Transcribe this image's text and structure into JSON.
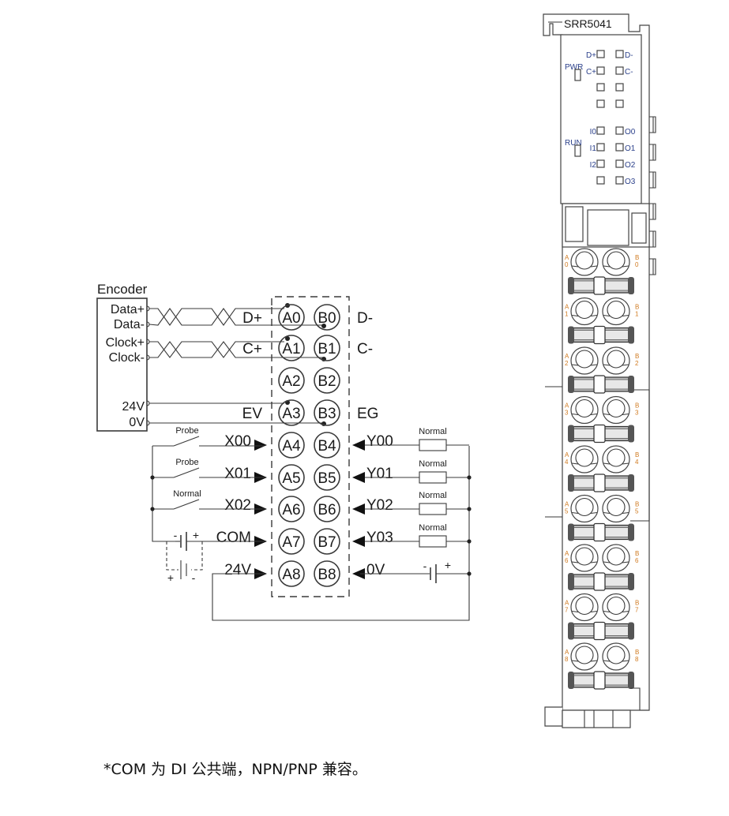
{
  "encoder": {
    "title": "Encoder",
    "terminals": [
      "Data+",
      "Data-",
      "Clock+",
      "Clock-",
      "24V",
      "0V"
    ]
  },
  "terminal_block": {
    "rows": [
      {
        "a": "A0",
        "b": "B0",
        "left_label": "D+",
        "right_label": "D-"
      },
      {
        "a": "A1",
        "b": "B1",
        "left_label": "C+",
        "right_label": "C-"
      },
      {
        "a": "A2",
        "b": "B2",
        "left_label": "",
        "right_label": ""
      },
      {
        "a": "A3",
        "b": "B3",
        "left_label": "EV",
        "right_label": "EG"
      },
      {
        "a": "A4",
        "b": "B4",
        "left_label": "X00",
        "right_label": "Y00"
      },
      {
        "a": "A5",
        "b": "B5",
        "left_label": "X01",
        "right_label": "Y01"
      },
      {
        "a": "A6",
        "b": "B6",
        "left_label": "X02",
        "right_label": "Y02"
      },
      {
        "a": "A7",
        "b": "B7",
        "left_label": "COM",
        "right_label": "Y03"
      },
      {
        "a": "A8",
        "b": "B8",
        "left_label": "24V",
        "right_label": "0V"
      }
    ]
  },
  "inputs": [
    {
      "switch_label": "Probe"
    },
    {
      "switch_label": "Probe"
    },
    {
      "switch_label": "Normal"
    }
  ],
  "outputs": [
    {
      "load_label": "Normal"
    },
    {
      "load_label": "Normal"
    },
    {
      "load_label": "Normal"
    },
    {
      "load_label": "Normal"
    }
  ],
  "battery_signs": {
    "minus": "-",
    "plus": "+"
  },
  "module": {
    "model": "SRR5041",
    "pwr_label": "PWR",
    "run_label": "RUN",
    "led_left_top": [
      "D+",
      "C+",
      "",
      ""
    ],
    "led_right_top": [
      "D-",
      "C-",
      "",
      ""
    ],
    "led_left_bottom": [
      "I0",
      "I1",
      "I2",
      ""
    ],
    "led_right_bottom": [
      "O0",
      "O1",
      "O2",
      "O3"
    ],
    "pin_labels_a": [
      "A0",
      "A1",
      "A2",
      "A3",
      "A4",
      "A5",
      "A6",
      "A7",
      "A8"
    ],
    "pin_labels_b": [
      "B0",
      "B1",
      "B2",
      "B3",
      "B4",
      "B5",
      "B6",
      "B7",
      "B8"
    ]
  },
  "footnote": "*COM 为 DI 公共端，NPN/PNP 兼容。"
}
